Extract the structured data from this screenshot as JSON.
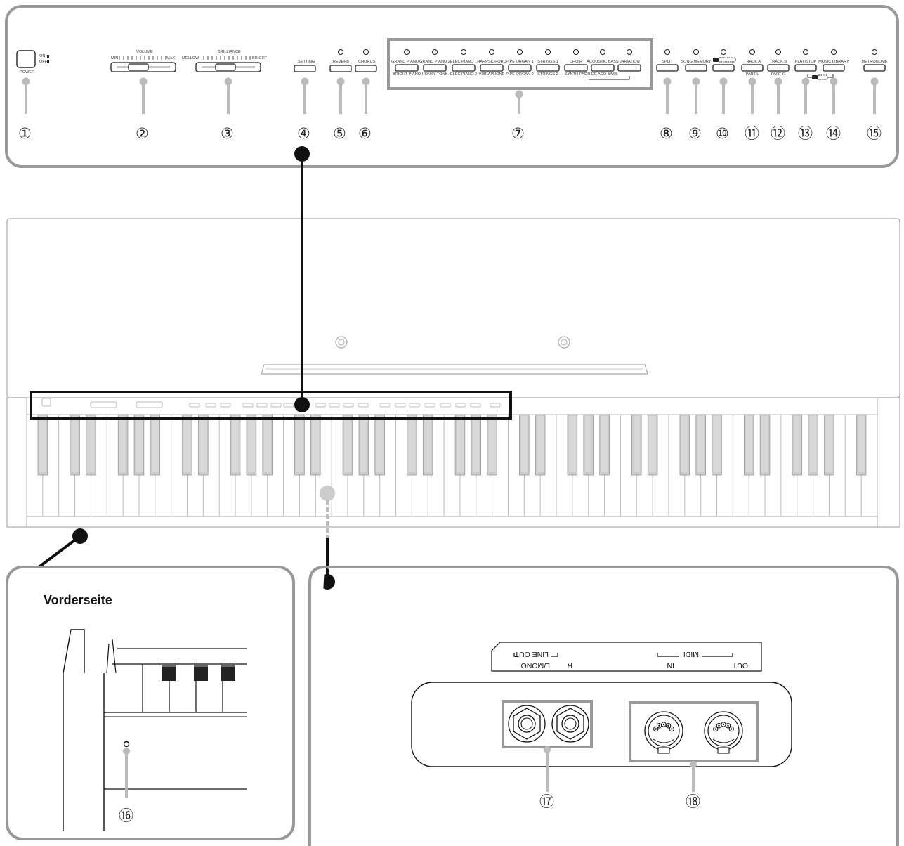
{
  "top_panel": {
    "power": {
      "label": "POWER",
      "on": "ON",
      "off": "OFF"
    },
    "volume": {
      "label": "VOLUME",
      "min": "MIN",
      "max": "MAX"
    },
    "brilliance": {
      "label": "BRILLIANCE",
      "min": "MELLOW",
      "max": "BRIGHT"
    },
    "buttons_left": [
      "SETTING",
      "REVERB",
      "CHORUS"
    ],
    "tone_buttons": [
      {
        "top": "GRAND PIANO 1",
        "bottom": "BRIGHT PIANO"
      },
      {
        "top": "GRAND PIANO 2",
        "bottom": "HONKY-TONK"
      },
      {
        "top": "ELEC PIANO 1",
        "bottom": "ELEC PIANO 2"
      },
      {
        "top": "HARPSICHORD",
        "bottom": "VIBRAPHONE"
      },
      {
        "top": "PIPE ORGAN 1",
        "bottom": "PIPE ORGAN 2"
      },
      {
        "top": "STRINGS 1",
        "bottom": "STRINGS 2"
      },
      {
        "top": "CHOIR",
        "bottom": "SYNTH-PAD"
      },
      {
        "top": "ACOUSTIC BASS",
        "bottom": "RIDE ACO BASS"
      },
      {
        "top": "VARIATION",
        "bottom": ""
      }
    ],
    "buttons_right": [
      {
        "top": "SPLIT",
        "bottom": ""
      },
      {
        "top": "SONG MEMORY",
        "bottom": ""
      },
      {
        "top": "",
        "bottom": ""
      },
      {
        "top": "TRACK A",
        "bottom": "PART L"
      },
      {
        "top": "TRACK B",
        "bottom": "PART R"
      },
      {
        "top": "PLAY/STOP",
        "bottom": ""
      },
      {
        "top": "MUSIC LIBRARY",
        "bottom": ""
      },
      {
        "top": "METRONOME",
        "bottom": ""
      }
    ],
    "callouts": [
      "①",
      "②",
      "③",
      "④",
      "⑤",
      "⑥",
      "⑦",
      "⑧",
      "⑨",
      "⑩",
      "⑪",
      "⑫",
      "⑬",
      "⑭",
      "⑮"
    ]
  },
  "front_panel": {
    "title": "Vorderseite",
    "callout": "⑯"
  },
  "rear_panel": {
    "line_out": "LINE OUT",
    "line_r": "R",
    "line_l": "L/MONO",
    "midi": "MIDI",
    "midi_in": "IN",
    "midi_out": "OUT",
    "callout_jacks": "⑰",
    "callout_midi": "⑱"
  }
}
